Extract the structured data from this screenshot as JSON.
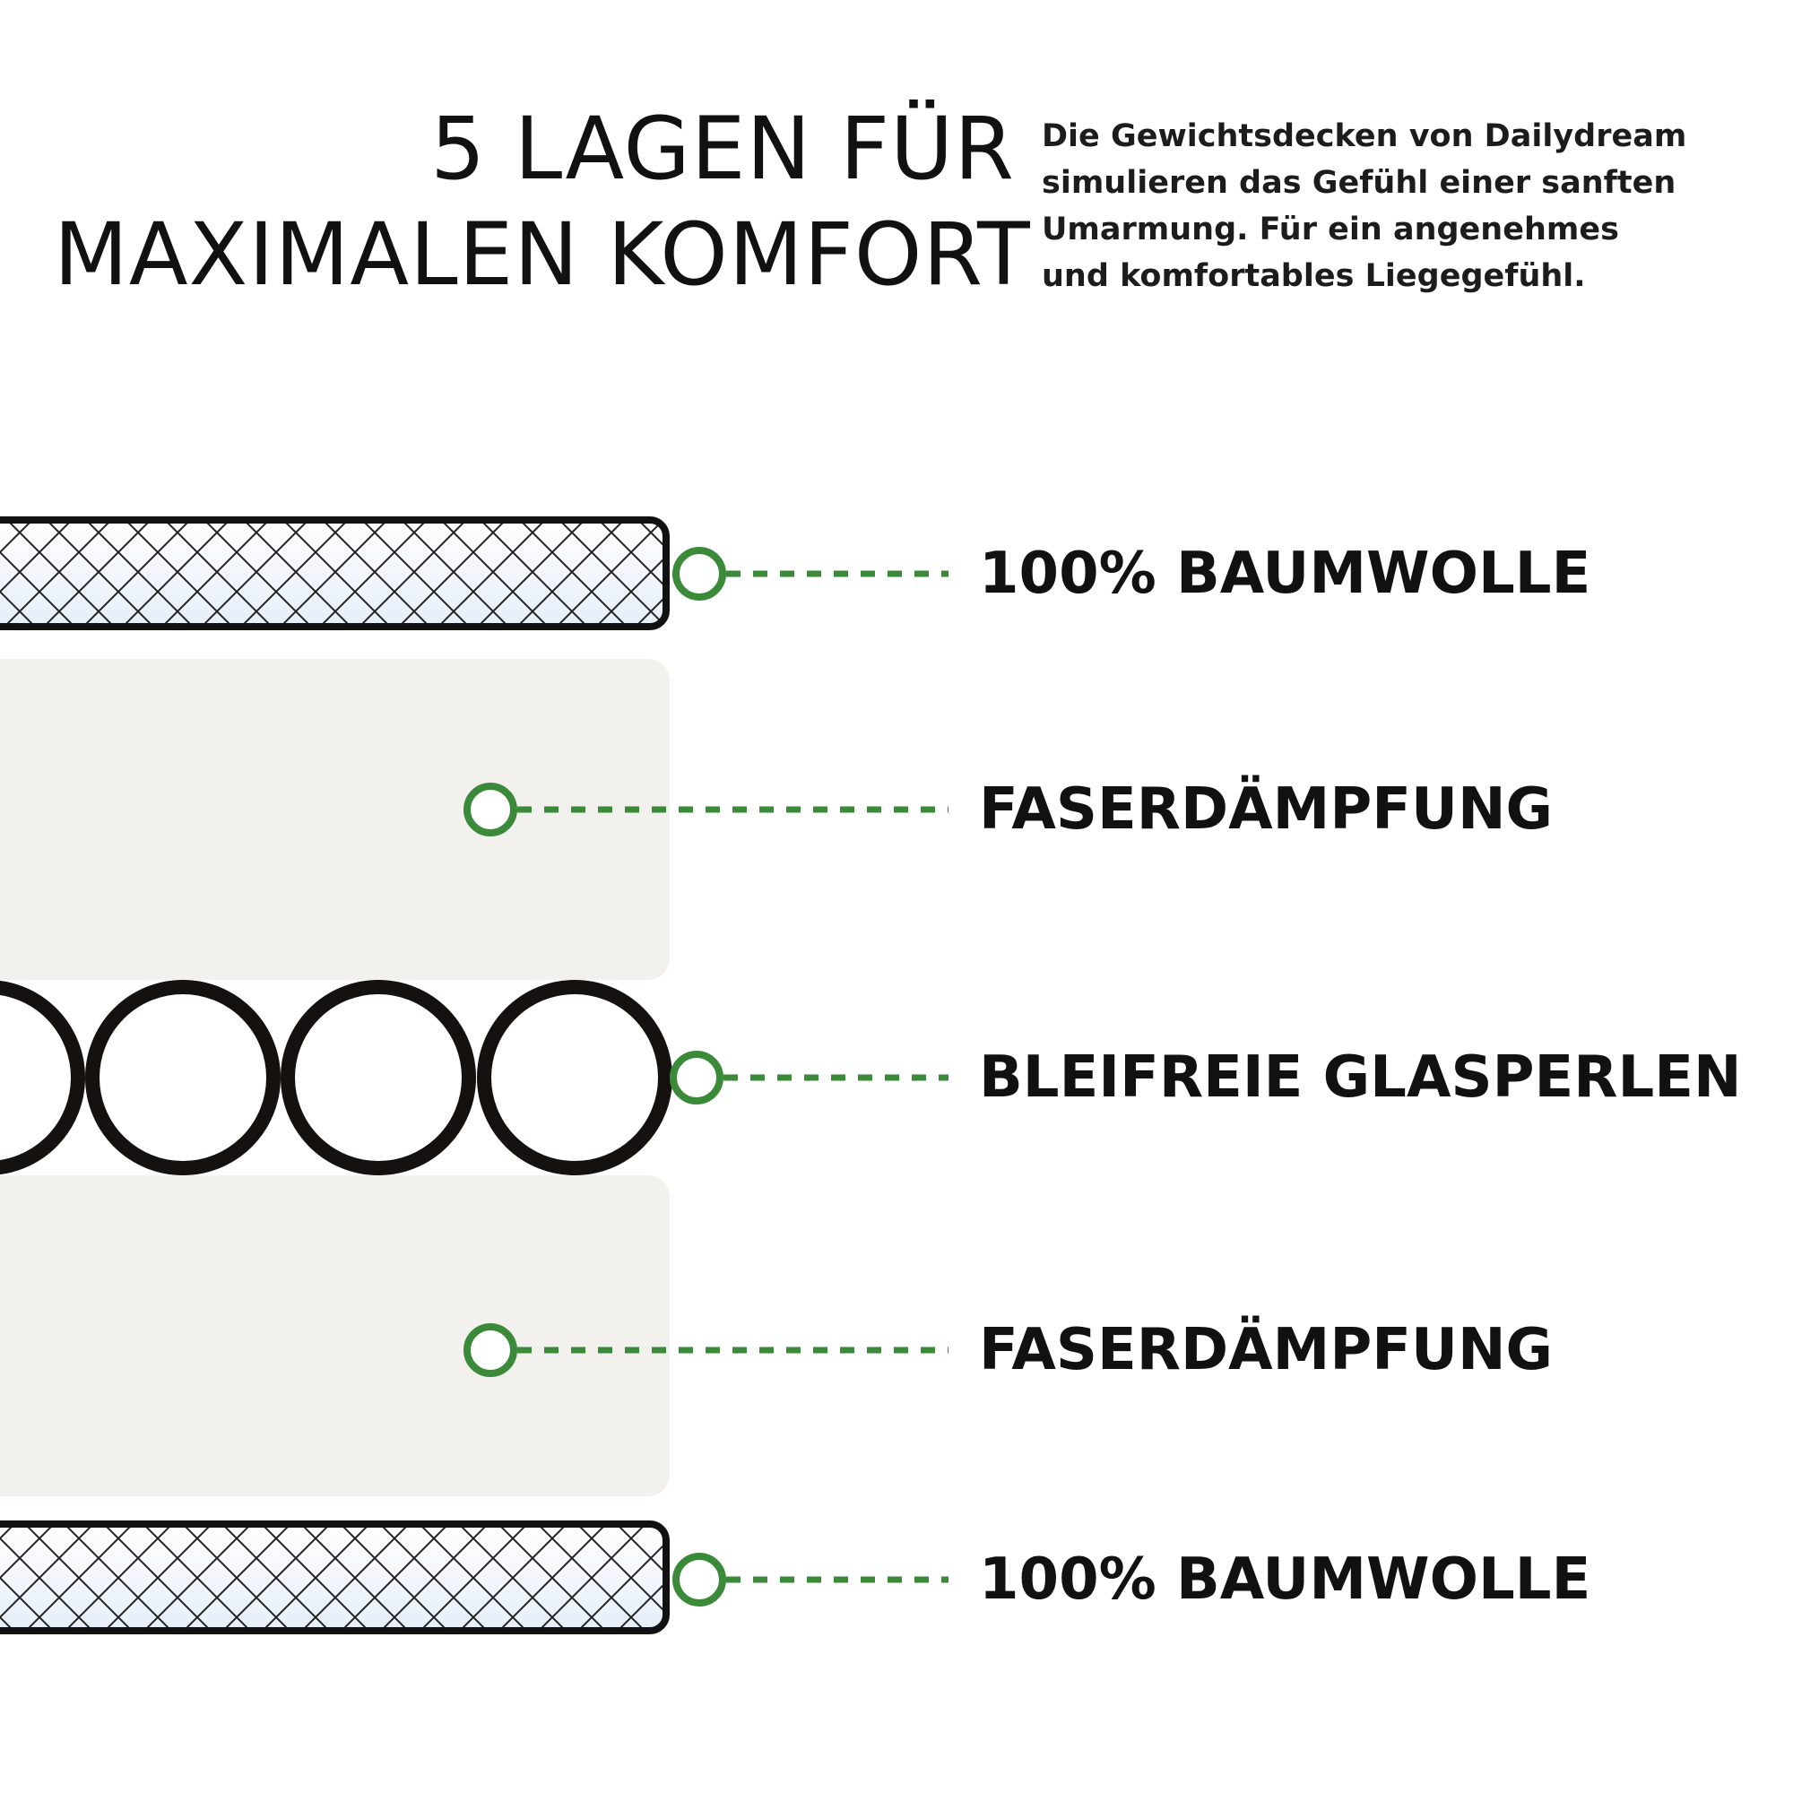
{
  "header": {
    "title_line1": "5 LAGEN FÜR",
    "title_line2": "MAXIMALEN KOMFORT",
    "intro_line1": "Die Gewichtsdecken von Dailydream",
    "intro_line2": "simulieren das Gefühl einer sanften",
    "intro_line3": "Umarmung. Für ein angenehmes",
    "intro_line4": "und komfortables Liegegefühl."
  },
  "layers": [
    {
      "label": "100% BAUMWOLLE",
      "type": "fabric"
    },
    {
      "label": "FASERDÄMPFUNG",
      "type": "fiber"
    },
    {
      "label": "BLEIFREIE GLASPERLEN",
      "type": "beads"
    },
    {
      "label": "FASERDÄMPFUNG",
      "type": "fiber"
    },
    {
      "label": "100% BAUMWOLLE",
      "type": "fabric"
    }
  ],
  "colors": {
    "accent_green": "#3a8a3a",
    "ink": "#111111",
    "fiber_fill": "#f2f1ed",
    "fabric_fill": "#f4f8fd"
  }
}
